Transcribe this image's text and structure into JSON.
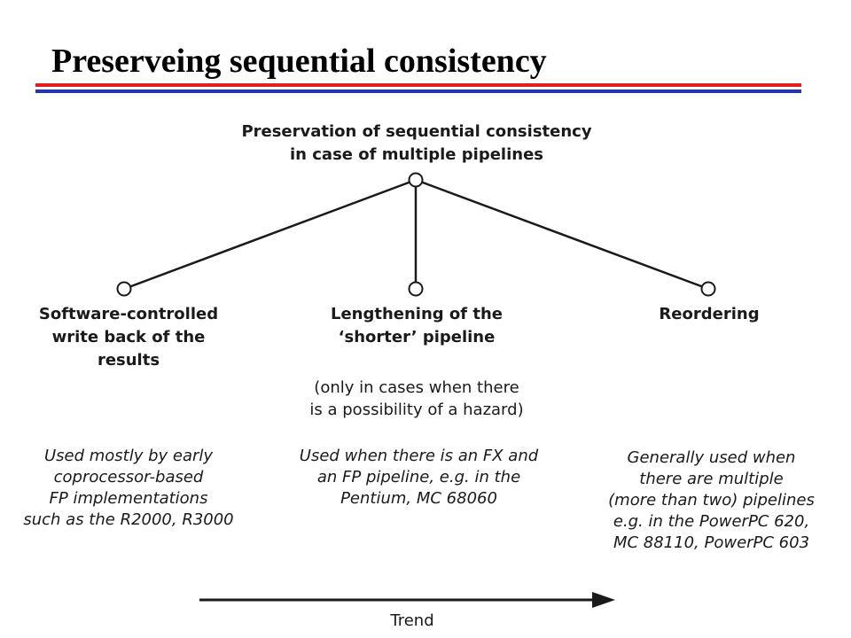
{
  "slide": {
    "title": "Preserveing sequential consistency",
    "colors": {
      "rule_top": "#e02020",
      "rule_bottom": "#2233bb",
      "lines": "#1a1a1a"
    }
  },
  "diagram": {
    "root": {
      "label_lines": [
        "Preservation of sequential consistency",
        "in case of multiple pipelines"
      ]
    },
    "branches": [
      {
        "label_lines": [
          "Software-controlled",
          "write back of the",
          "results"
        ],
        "note_lines": [],
        "usage_lines": [
          "Used mostly by early",
          "coprocessor-based",
          "FP implementations",
          "such as the R2000, R3000"
        ]
      },
      {
        "label_lines": [
          "Lengthening of the",
          "‘shorter’ pipeline"
        ],
        "note_lines": [
          "(only in cases when there",
          "is a possibility of a hazard)"
        ],
        "usage_lines": [
          "Used when there is an FX and",
          "an FP pipeline, e.g. in the",
          "Pentium, MC 68060"
        ]
      },
      {
        "label_lines": [
          "Reordering"
        ],
        "note_lines": [],
        "usage_lines": [
          "Generally used when",
          "there are multiple",
          "(more than two) pipelines",
          "e.g. in the PowerPC 620,",
          "MC 88110, PowerPC 603"
        ]
      }
    ],
    "trend_label": "Trend"
  }
}
